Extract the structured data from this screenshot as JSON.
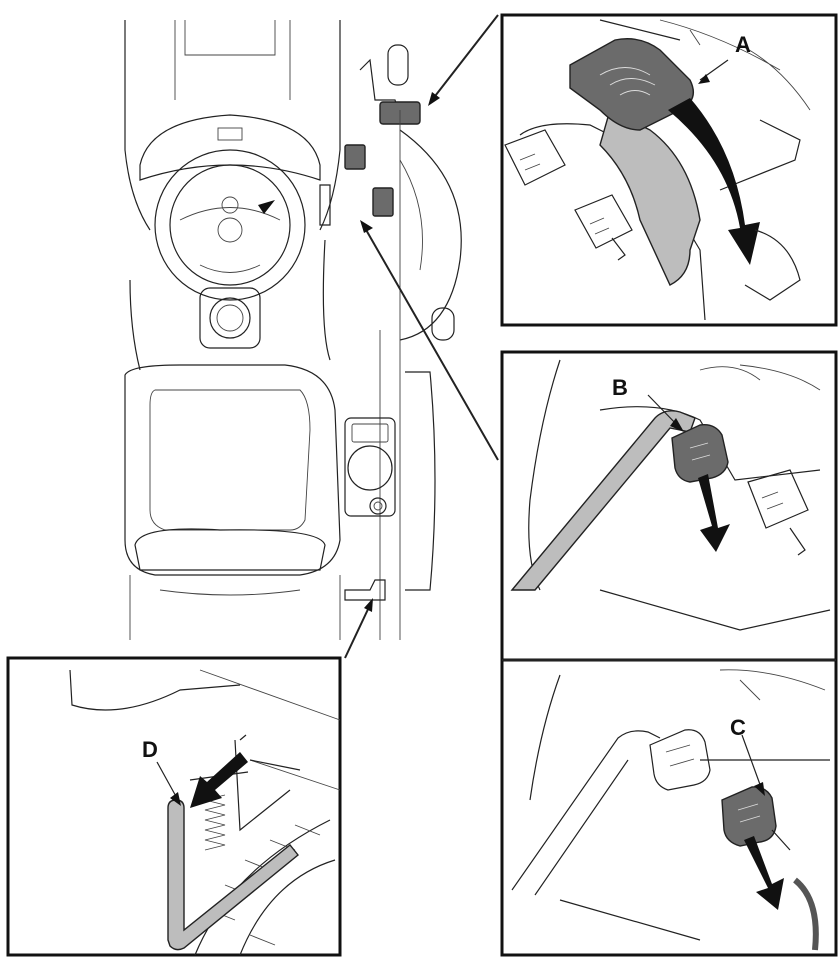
{
  "figure": {
    "callouts": [
      {
        "id": "A",
        "label": "A",
        "part": "pedal-a"
      },
      {
        "id": "B",
        "label": "B",
        "part": "pedal-b"
      },
      {
        "id": "C",
        "label": "C",
        "part": "pedal-c"
      },
      {
        "id": "D",
        "label": "D",
        "part": "lever-d"
      }
    ],
    "colors": {
      "line": "#222222",
      "highlight_grey": "#bdbdbd",
      "dark_grey": "#6b6b6b",
      "frame": "#111111",
      "background": "#ffffff"
    }
  }
}
